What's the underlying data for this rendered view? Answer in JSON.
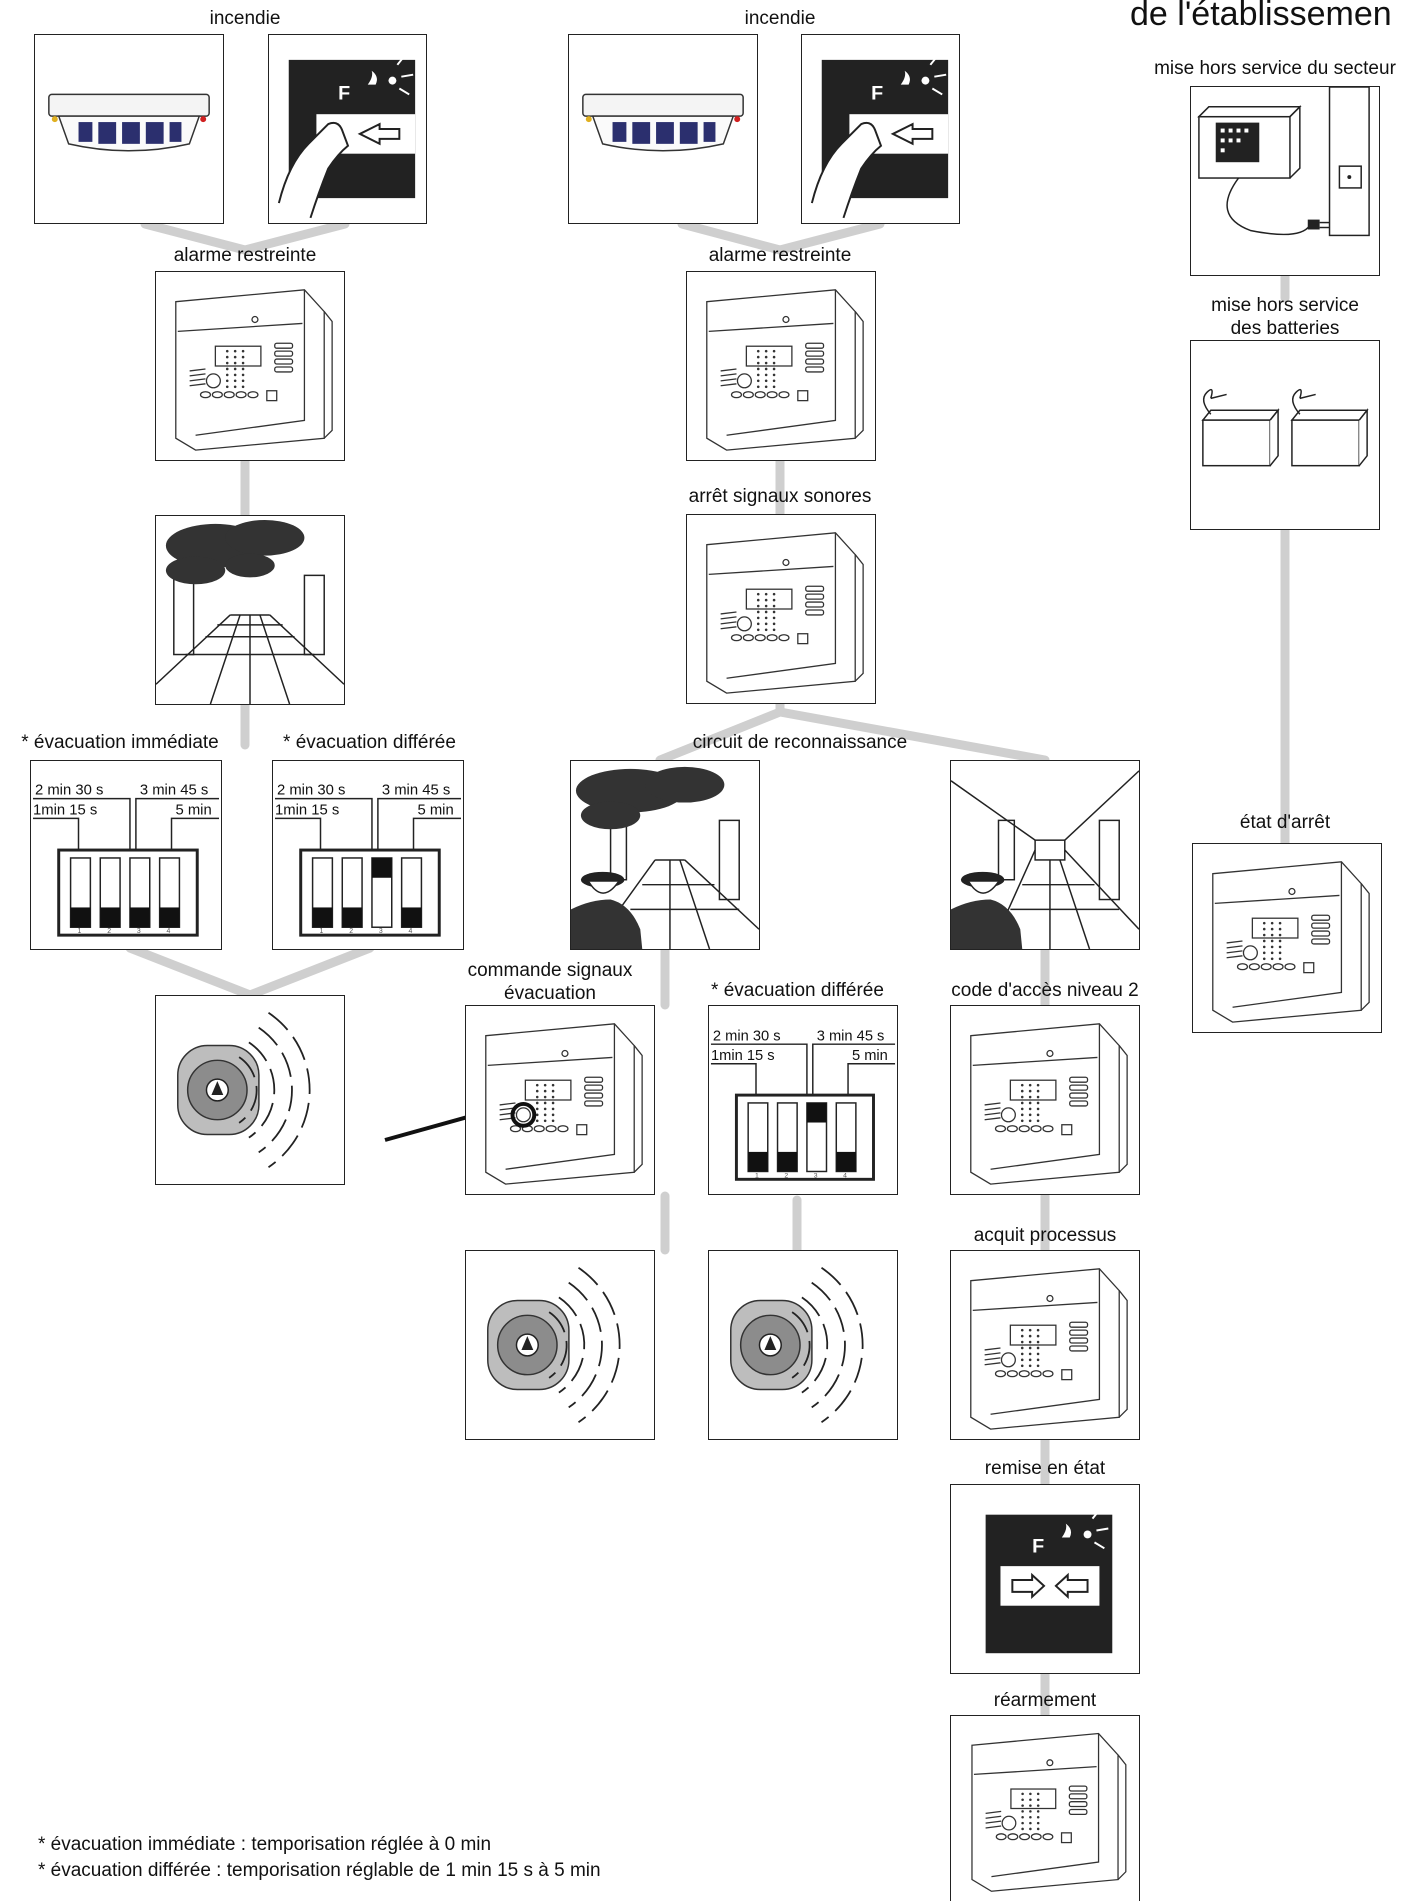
{
  "header": {
    "title_partial": "de l'établissemen"
  },
  "col1": {
    "label_incendie": "incendie",
    "label_alarme": "alarme restreinte",
    "label_evac_imm": "* évacuation immédiate",
    "label_evac_diff": "* évacuation différée"
  },
  "col2": {
    "label_incendie": "incendie",
    "label_alarme": "alarme restreinte",
    "label_arret": "arrêt signaux sonores",
    "label_circuit": "circuit de reconnaissance",
    "label_commande_1": "commande signaux",
    "label_commande_2": "évacuation",
    "label_evac_diff": "* évacuation différée",
    "label_code": "code d'accès niveau 2",
    "label_acquit": "acquit processus",
    "label_remise": "remise en état",
    "label_rearm": "réarmement"
  },
  "col3": {
    "label_secteur": "mise hors service du secteur",
    "label_batteries_1": "mise hors service",
    "label_batteries_2": "des batteries",
    "label_etat": "état d'arrêt"
  },
  "timer": {
    "t1": "2 min 30 s",
    "t2": "3 min 45 s",
    "t3": "1min 15 s",
    "t4": "5 min",
    "sw_nums": [
      "1",
      "2",
      "3",
      "4"
    ]
  },
  "callpoint": {
    "letter": "F"
  },
  "footnotes": {
    "line1": "* évacuation immédiate : temporisation réglée à 0 min",
    "line2": "* évacuation différée : temporisation réglable de 1 min 15 s à 5 min"
  }
}
